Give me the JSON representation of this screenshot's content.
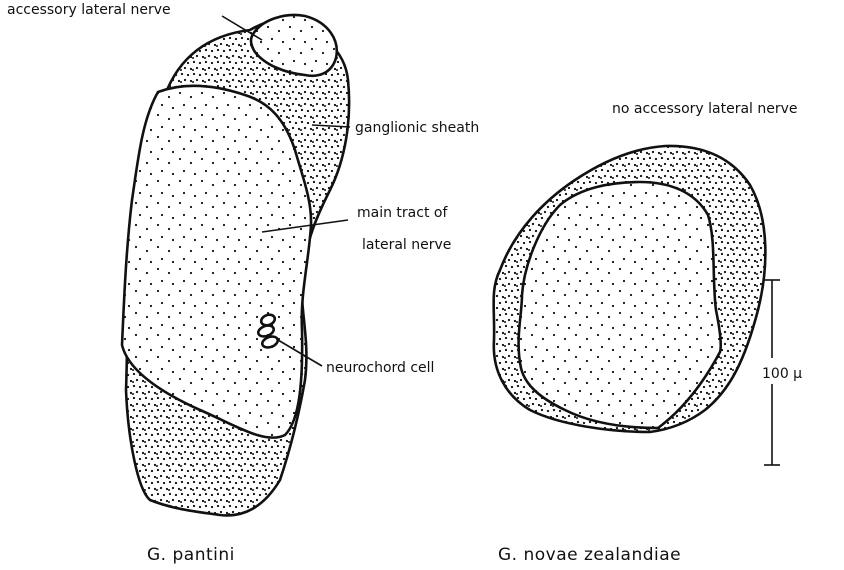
{
  "left_specimen": {
    "caption": "G. pantini",
    "labels": {
      "accessory_nerve": "accessory lateral nerve",
      "ganglionic_sheath": "ganglionic sheath",
      "main_tract_line1": "main tract of",
      "main_tract_line2": "lateral nerve",
      "neurochord_cell": "neurochord cell"
    }
  },
  "right_specimen": {
    "caption": "G. novae  zealandiae",
    "note": "no accessory lateral nerve"
  },
  "scale_bar": {
    "label": "100 μ"
  },
  "colors": {
    "ink": "#111111",
    "background": "#ffffff"
  }
}
